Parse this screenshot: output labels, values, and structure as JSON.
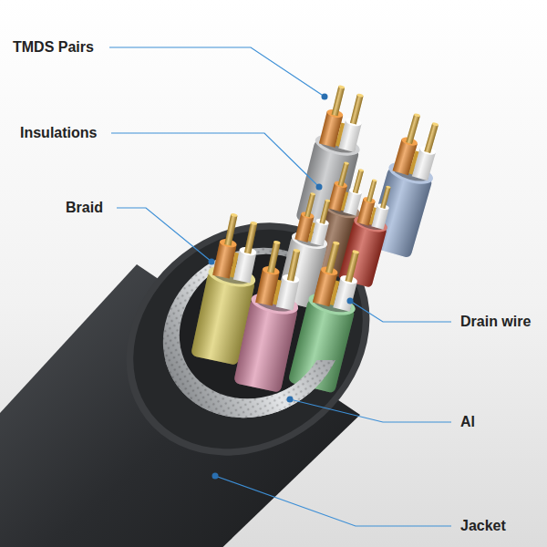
{
  "diagram": {
    "labels": [
      "TMDS Pairs",
      "Insulations",
      "Braid",
      "Drain wire",
      "Al",
      "Jacket"
    ]
  }
}
